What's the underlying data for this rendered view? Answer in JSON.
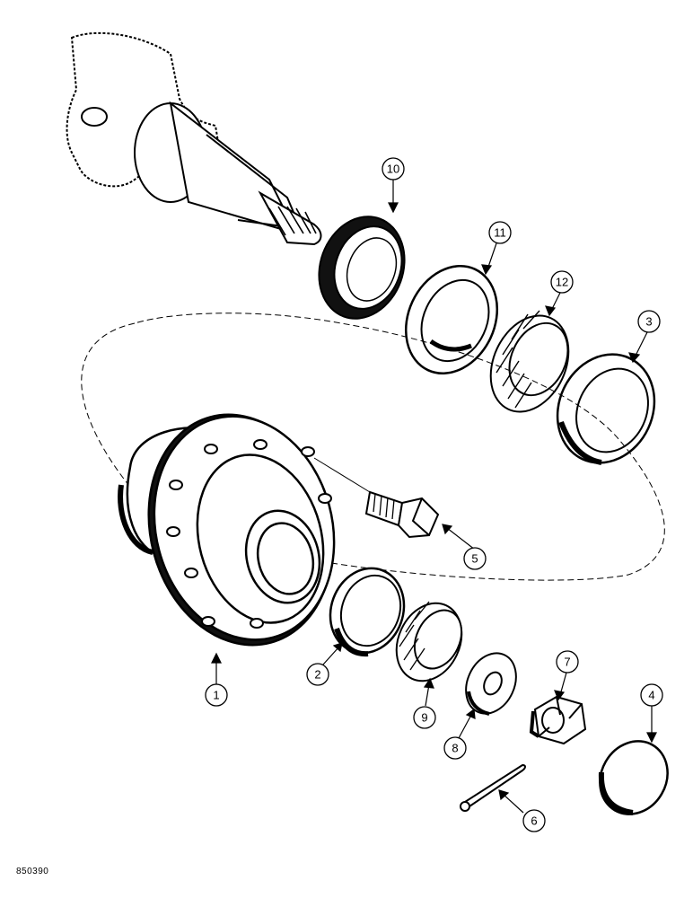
{
  "figure": {
    "id_label": "850390"
  },
  "callouts": [
    {
      "key": "c10",
      "label": "10"
    },
    {
      "key": "c11",
      "label": "11"
    },
    {
      "key": "c12",
      "label": "12"
    },
    {
      "key": "c3",
      "label": "3"
    },
    {
      "key": "c5",
      "label": "5"
    },
    {
      "key": "c1",
      "label": "1"
    },
    {
      "key": "c2",
      "label": "2"
    },
    {
      "key": "c9",
      "label": "9"
    },
    {
      "key": "c8",
      "label": "8"
    },
    {
      "key": "c7",
      "label": "7"
    },
    {
      "key": "c4",
      "label": "4"
    },
    {
      "key": "c6",
      "label": "6"
    }
  ]
}
